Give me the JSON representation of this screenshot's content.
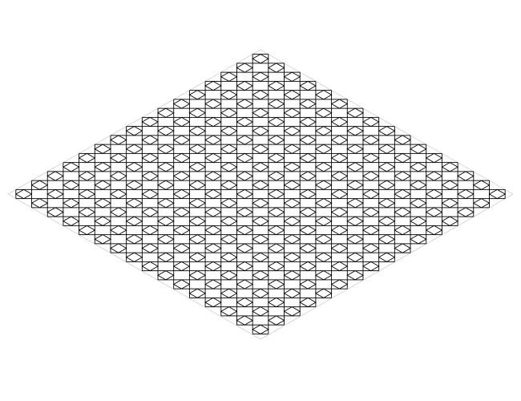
{
  "diagram": {
    "kind": "isometric-rhombus-tiling",
    "background_color": "#ffffff",
    "stroke_color": "#000000",
    "tile_shape": "small-rhombus",
    "tiles_per_side": 16
  }
}
